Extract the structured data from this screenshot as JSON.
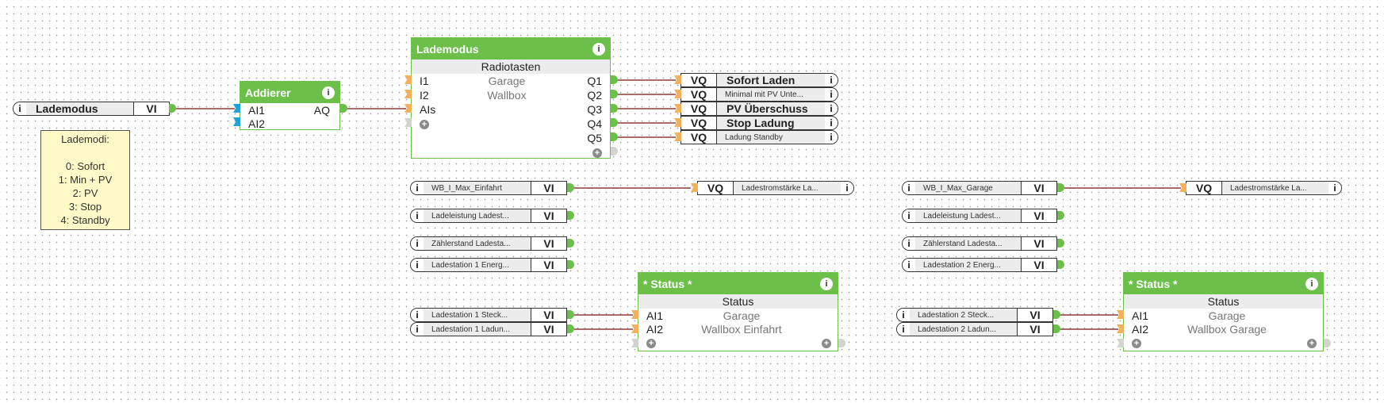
{
  "canvas": {
    "background": "#ffffff",
    "wire_color": "#7a1414",
    "accent_green": "#6cc04a",
    "input_orange": "#f4b15c",
    "input_blue": "#1aa5d6"
  },
  "lademodus_input": {
    "name": "Lademodus",
    "tag": "VI",
    "info": "i"
  },
  "note": {
    "lines": [
      "Lademodi:",
      "",
      "0: Sofort",
      "1: Min + PV",
      "2: PV",
      "3: Stop",
      "4: Standby"
    ]
  },
  "addierer": {
    "title": "Addierer",
    "info": "i",
    "inputs": [
      "AI1",
      "AI2"
    ],
    "output": "AQ"
  },
  "lademodus_block": {
    "title": "Lademodus",
    "info": "i",
    "subtitle": "Radiotasten",
    "inputs": [
      "I1",
      "I2",
      "AIs"
    ],
    "input_labels": [
      "Garage",
      "Wallbox"
    ],
    "outputs": [
      "Q1",
      "Q2",
      "Q3",
      "Q4",
      "Q5"
    ],
    "add": "+"
  },
  "vq_outputs": [
    {
      "tag": "VQ",
      "name": "Sofort Laden",
      "bold": true,
      "info": "i"
    },
    {
      "tag": "VQ",
      "name": "Minimal mit PV Unte...",
      "bold": false,
      "info": "i"
    },
    {
      "tag": "VQ",
      "name": "PV Überschuss",
      "bold": true,
      "info": "i"
    },
    {
      "tag": "VQ",
      "name": "Stop Ladung",
      "bold": true,
      "info": "i"
    },
    {
      "tag": "VQ",
      "name": "Ladung Standby",
      "bold": false,
      "info": "i"
    }
  ],
  "left_group": {
    "vi_inputs": [
      {
        "name": "WB_I_Max_Einfahrt",
        "tag": "VI",
        "info": "i"
      },
      {
        "name": "Ladeleistung Ladest...",
        "tag": "VI",
        "info": "i"
      },
      {
        "name": "Zählerstand Ladesta...",
        "tag": "VI",
        "info": "i"
      },
      {
        "name": "Ladestation 1 Energ...",
        "tag": "VI",
        "info": "i"
      }
    ],
    "vq_output": {
      "tag": "VQ",
      "name": "Ladestromstärke La...",
      "info": "i"
    },
    "status_inputs": [
      {
        "name": "Ladestation 1 Steck...",
        "tag": "VI",
        "info": "i"
      },
      {
        "name": "Ladestation 1 Ladun...",
        "tag": "VI",
        "info": "i"
      }
    ],
    "status_block": {
      "title": "* Status *",
      "info": "i",
      "subtitle": "Status",
      "inputs": [
        "AI1",
        "AI2"
      ],
      "input_labels": [
        "Garage",
        "Wallbox Einfahrt"
      ]
    }
  },
  "right_group": {
    "vi_inputs": [
      {
        "name": "WB_I_Max_Garage",
        "tag": "VI",
        "info": "i"
      },
      {
        "name": "Ladeleistung Ladest...",
        "tag": "VI",
        "info": "i"
      },
      {
        "name": "Zählerstand Ladesta...",
        "tag": "VI",
        "info": "i"
      },
      {
        "name": "Ladestation 2 Energ...",
        "tag": "VI",
        "info": "i"
      }
    ],
    "vq_output": {
      "tag": "VQ",
      "name": "Ladestromstärke La...",
      "info": "i"
    },
    "status_inputs": [
      {
        "name": "Ladestation 2 Steck...",
        "tag": "VI",
        "info": "i"
      },
      {
        "name": "Ladestation 2 Ladun...",
        "tag": "VI",
        "info": "i"
      }
    ],
    "status_block": {
      "title": "* Status *",
      "info": "i",
      "subtitle": "Status",
      "inputs": [
        "AI1",
        "AI2"
      ],
      "input_labels": [
        "Garage",
        "Wallbox Garage"
      ]
    }
  }
}
